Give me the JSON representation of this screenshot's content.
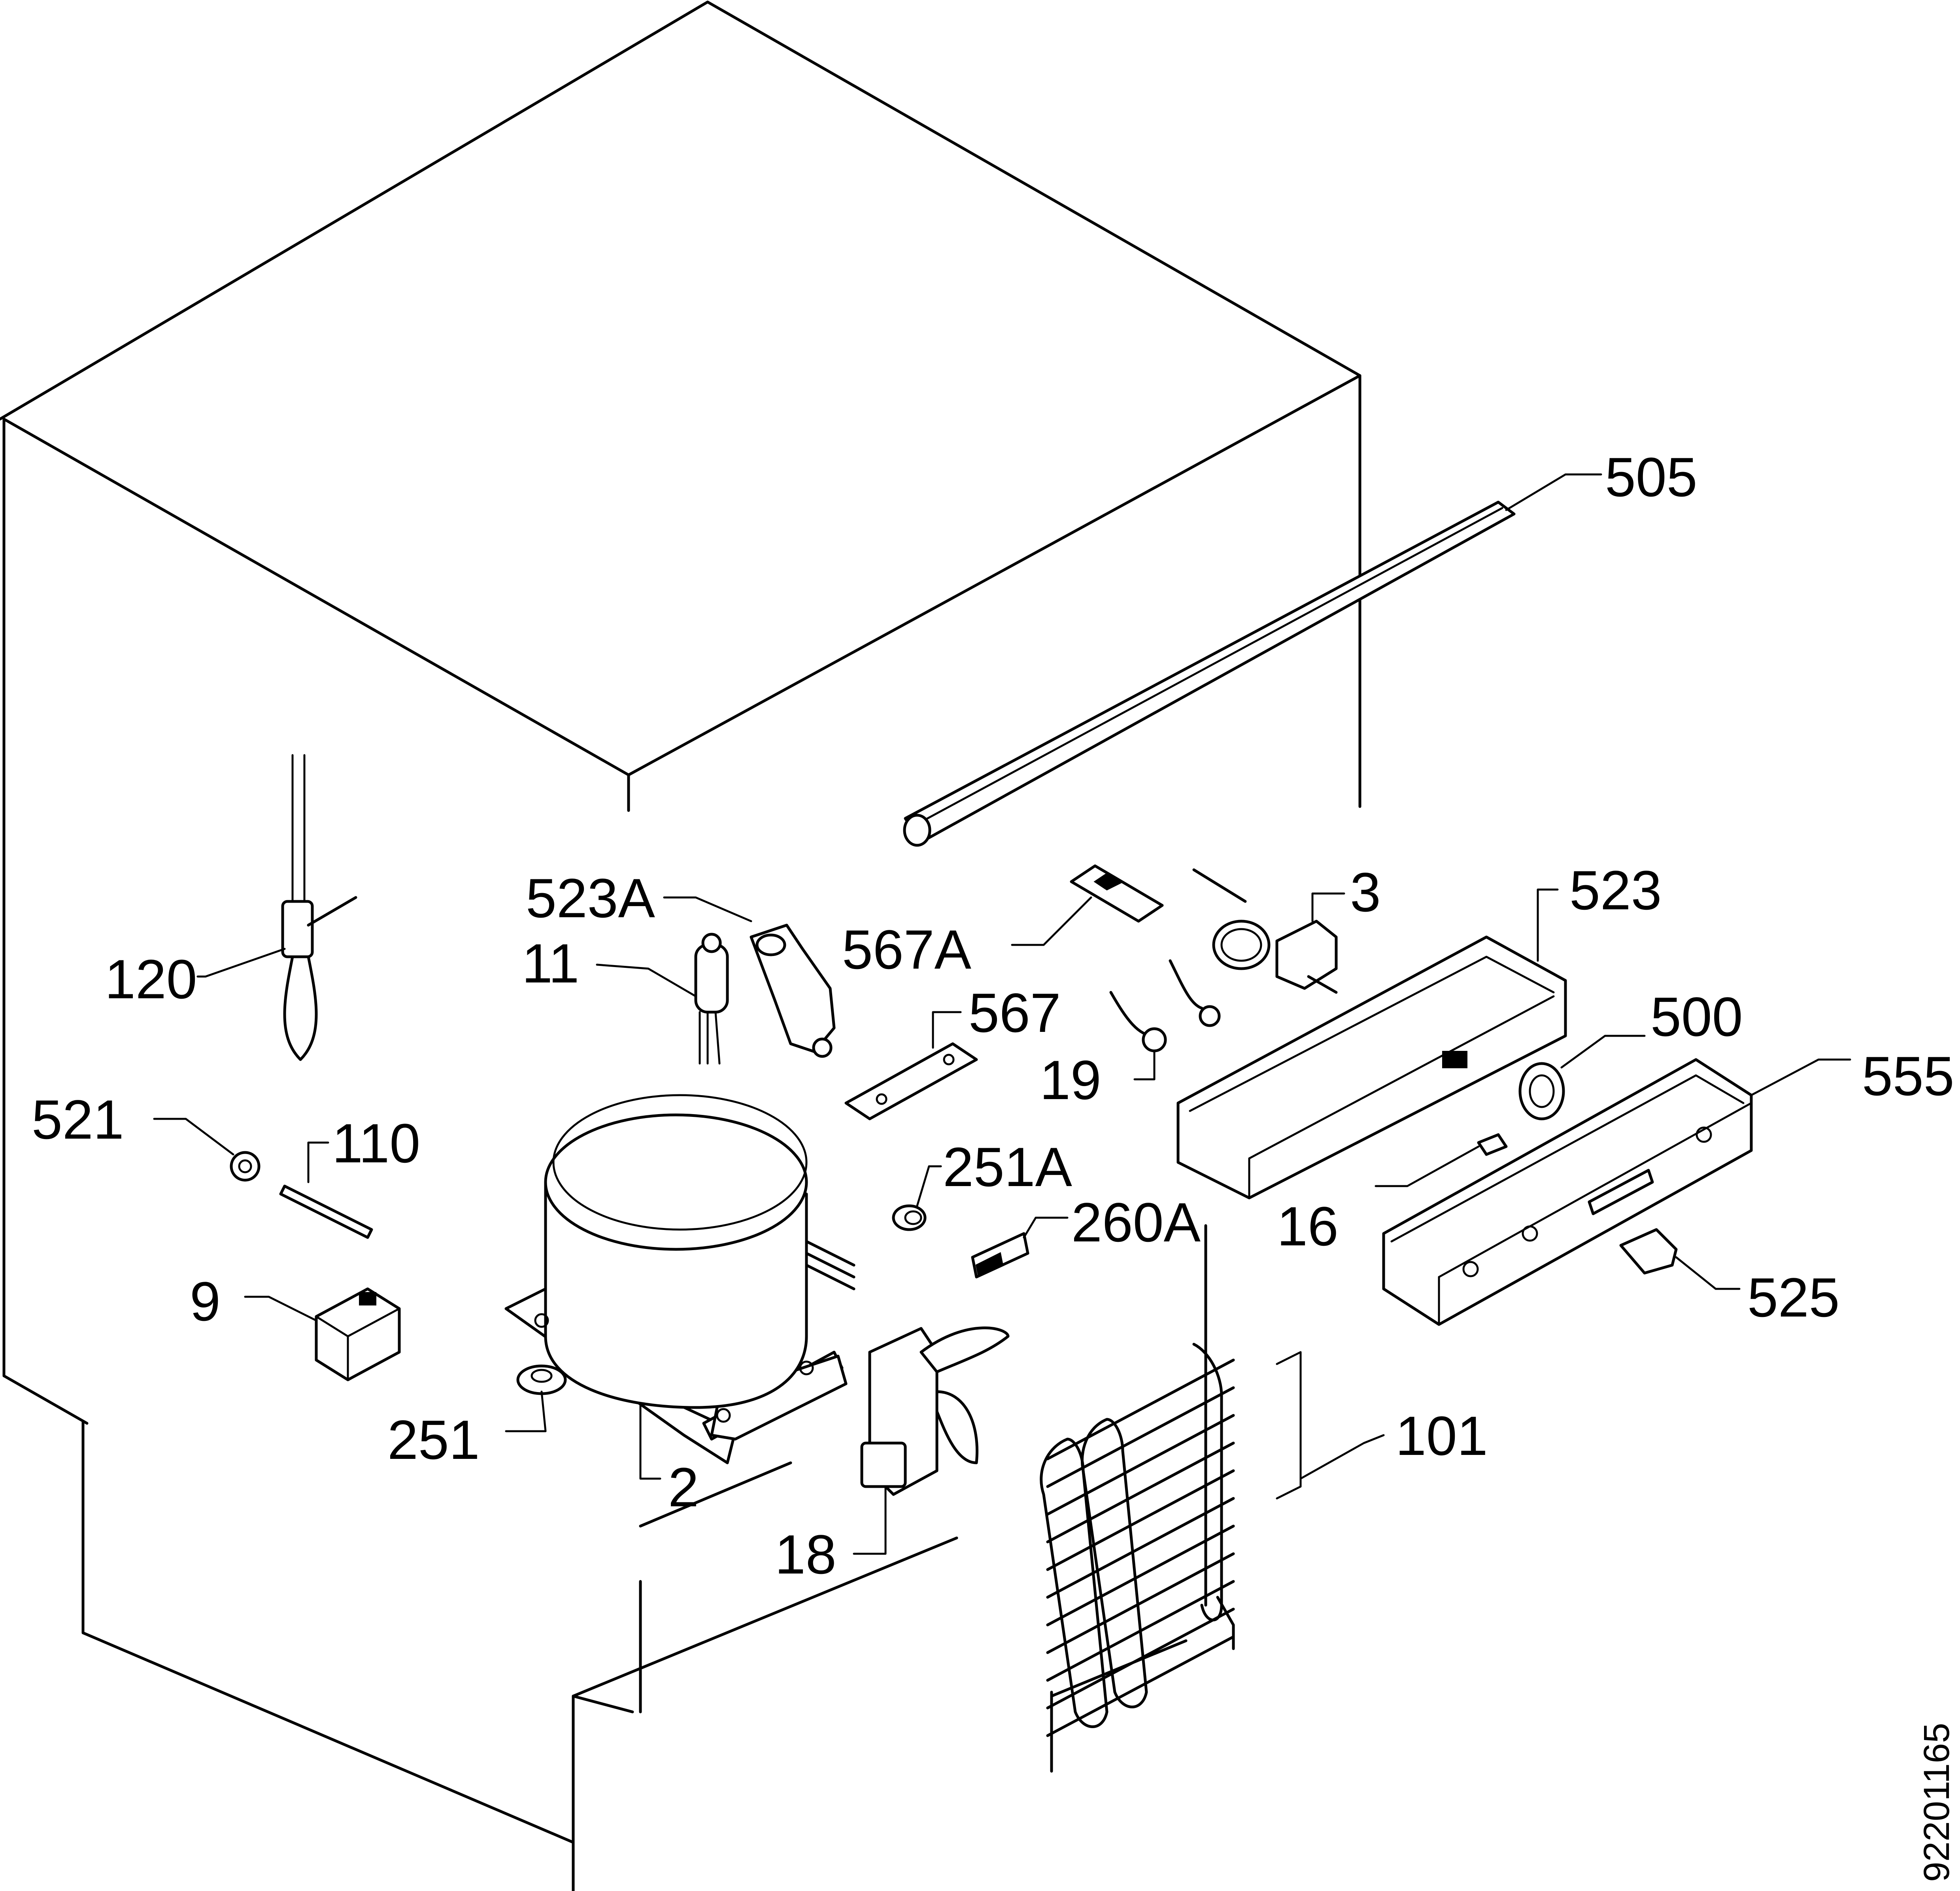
{
  "drawing_number": "92201165",
  "labels": {
    "p505": "505",
    "p523a": "523A",
    "p3": "3",
    "p523": "523",
    "p567a": "567A",
    "p11": "11",
    "p120": "120",
    "p567": "567",
    "p500": "500",
    "p555": "555",
    "p19": "19",
    "p521": "521",
    "p110": "110",
    "p251a": "251A",
    "p16": "16",
    "p260a": "260A",
    "p9": "9",
    "p525": "525",
    "p251": "251",
    "p101": "101",
    "p2": "2",
    "p18": "18"
  }
}
